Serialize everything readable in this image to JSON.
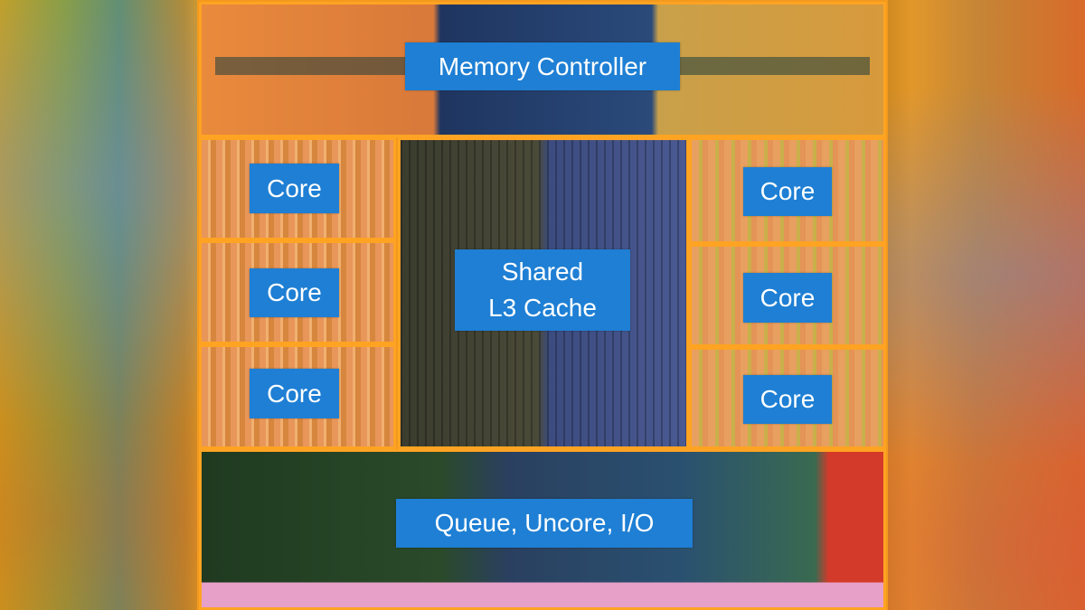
{
  "labels": {
    "memory_controller": "Memory Controller",
    "cores_left": [
      "Core",
      "Core",
      "Core"
    ],
    "cores_right": [
      "Core",
      "Core",
      "Core"
    ],
    "cache_line1": "Shared",
    "cache_line2": "L3 Cache",
    "uncore": "Queue, Uncore, I/O"
  },
  "colors": {
    "label_bg": "#1e7fd4",
    "border": "#ffa323"
  }
}
